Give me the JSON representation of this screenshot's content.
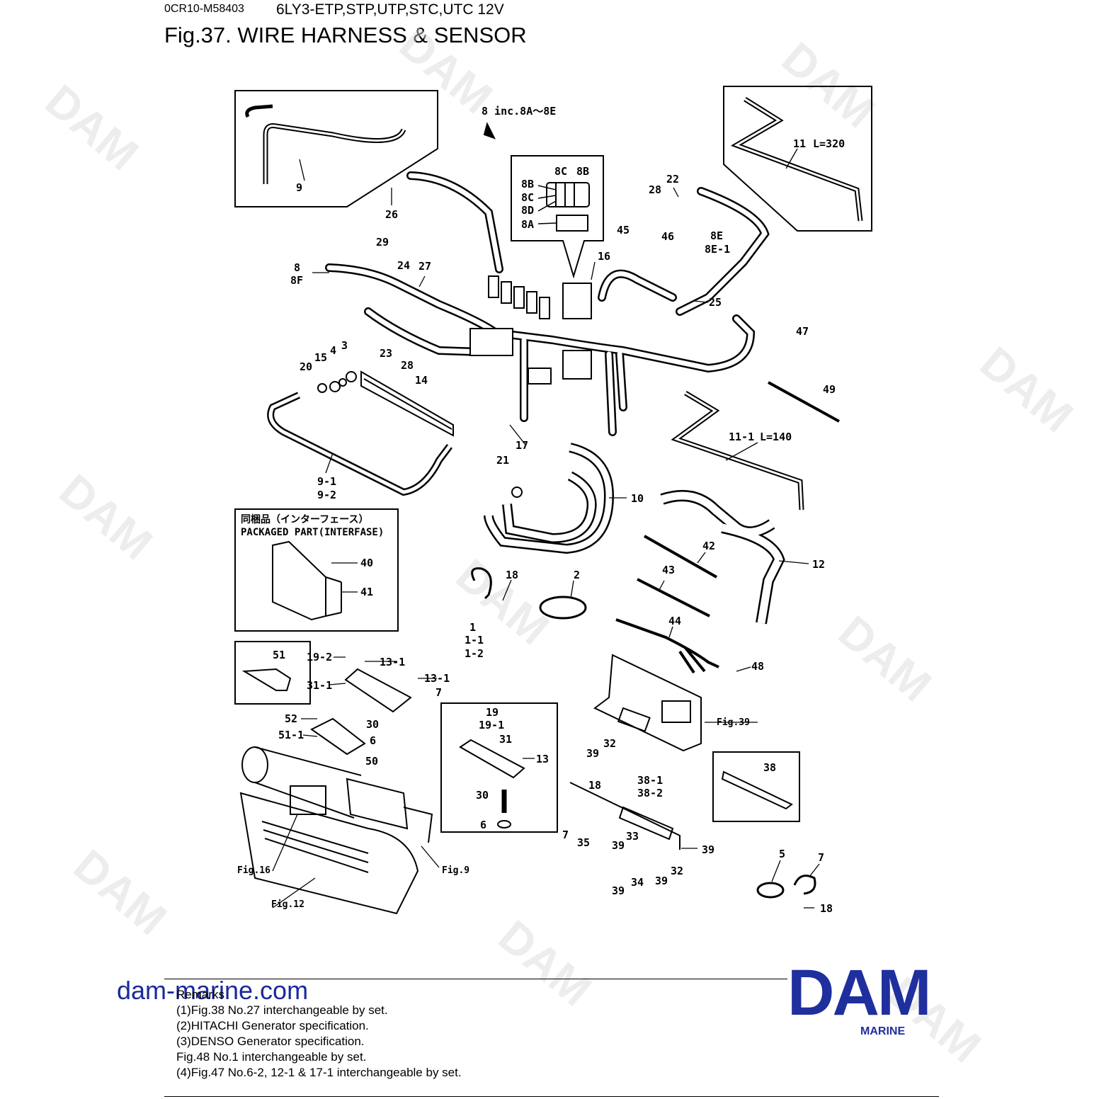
{
  "header": {
    "doc_code": "0CR10-M58403",
    "model": "6LY3-ETP,STP,UTP,STC,UTC 12V",
    "figure_title": "Fig.37.  WIRE HARNESS & SENSOR"
  },
  "footer": {
    "website": "dam-marine.com",
    "remarks_title": "Remarks",
    "remarks": [
      "(1)Fig.38 No.27 interchangeable by set.",
      "(2)HITACHI Generator specification.",
      "(3)DENSO Generator specification.",
      "Fig.48 No.1 interchangeable by set.",
      "(4)Fig.47 No.6-2, 12-1 & 17-1 interchangeable by set."
    ],
    "logo_text": "DAM",
    "logo_sub": "MARINE",
    "watermark": "DAM"
  },
  "diagram": {
    "inc_label": "8 inc.8A～8E",
    "packaged_part_jp": "同梱品（インターフェース）",
    "packaged_part_en": "PACKAGED PART(INTERFASE)",
    "length_11": "L=320",
    "length_11_1": "L=140",
    "labels": {
      "p9": "9",
      "p26": "26",
      "p8B_a": "8B",
      "p8C_a": "8C",
      "p8B_b": "8B",
      "p8C_b": "8C",
      "p8D": "8D",
      "p8A": "8A",
      "p22": "22",
      "p28_a": "28",
      "p11": "11",
      "p45": "45",
      "p46": "46",
      "p8E": "8E",
      "p8E1": "8E-1",
      "p29": "29",
      "p24": "24",
      "p27": "27",
      "p8": "8",
      "p8F": "8F",
      "p16": "16",
      "p25": "25",
      "p47": "47",
      "p23": "23",
      "p28_b": "28",
      "p20": "20",
      "p15": "15",
      "p4": "4",
      "p3": "3",
      "p14": "14",
      "p49": "49",
      "p17": "17",
      "p11_1": "11-1",
      "p21": "21",
      "p10": "10",
      "p9_1": "9-1",
      "p9_2": "9-2",
      "p40": "40",
      "p41": "41",
      "p42": "42",
      "p18_a": "18",
      "p2": "2",
      "p43": "43",
      "p12": "12",
      "p1": "1",
      "p1_1": "1-1",
      "p1_2": "1-2",
      "p44": "44",
      "p48": "48",
      "p51": "51",
      "p19_2": "19-2",
      "p13_1a": "13-1",
      "p13_1b": "13-1",
      "p31_1": "31-1",
      "p7_a": "7",
      "p52": "52",
      "p30_a": "30",
      "p51_1": "51-1",
      "p6_a": "6",
      "p50": "50",
      "p19": "19",
      "p19_1": "19-1",
      "p31": "31",
      "p13": "13",
      "p30_b": "30",
      "p6_b": "6",
      "p38": "38",
      "p39_a": "39",
      "p32_a": "32",
      "p18_b": "18",
      "p38_1": "38-1",
      "p38_2": "38-2",
      "p7_b": "7",
      "p35": "35",
      "p39_b": "39",
      "p33": "33",
      "p39_c": "39",
      "p34": "34",
      "p39_d": "39",
      "p32_b": "32",
      "p39_e": "39",
      "p5": "5",
      "p7_c": "7",
      "p18_c": "18",
      "ref_fig39": "Fig.39",
      "ref_fig16": "Fig.16",
      "ref_fig9": "Fig.9",
      "ref_fig12": "Fig.12"
    }
  }
}
